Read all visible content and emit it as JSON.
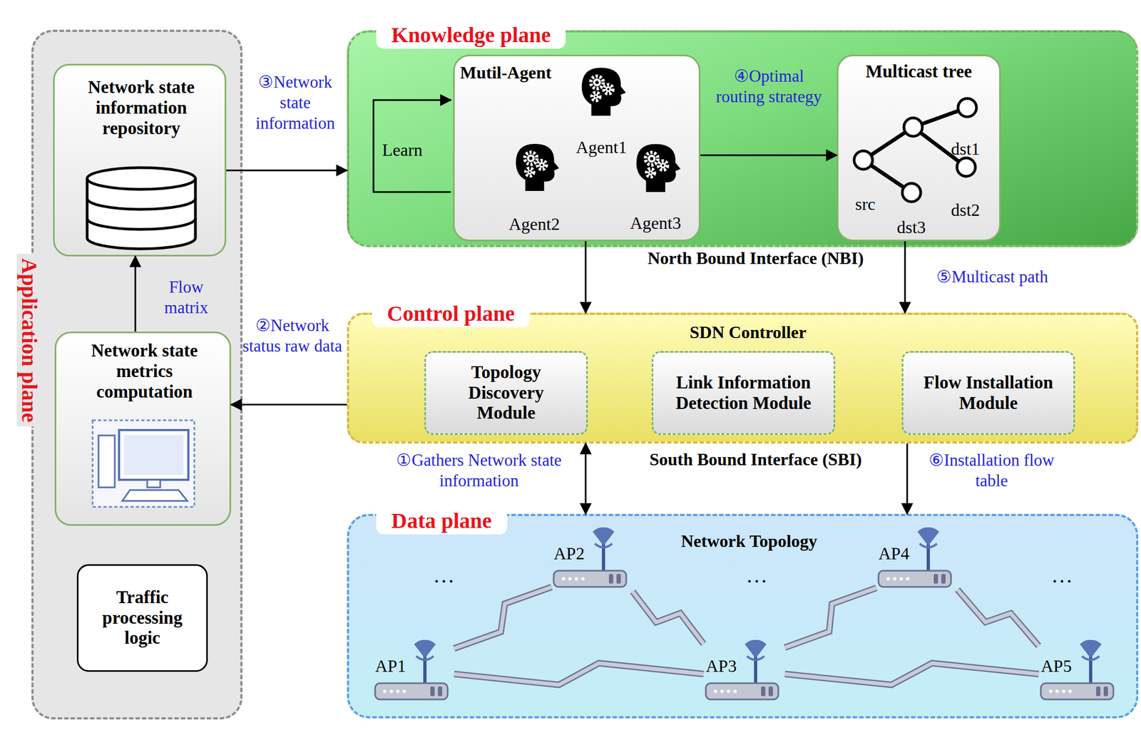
{
  "diagram": {
    "nodes": [
      {
        "text": [
          "Application plane"
        ]
      },
      {
        "text": [
          "Network state information repository"
        ],
        "in": 0
      },
      {
        "text": [
          "Network state metrics computation"
        ],
        "in": 0
      },
      {
        "text": [
          "Traffic processing logic"
        ],
        "in": 0
      },
      {
        "text": [
          "Knowledge plane"
        ]
      },
      {
        "text": [
          "Mutil-Agent",
          "Agent1",
          "Agent2",
          "Agent3"
        ],
        "in": 4
      },
      {
        "text": [
          "Multicast tree",
          "src",
          "dst1",
          "dst2",
          "dst3"
        ],
        "in": 4
      },
      {
        "text": [
          "Control plane",
          "SDN Controller"
        ]
      },
      {
        "text": [
          "Topology Discovery Module"
        ],
        "in": 7
      },
      {
        "text": [
          "Link Information Detection Module"
        ],
        "in": 7
      },
      {
        "text": [
          "Flow Installation Module"
        ],
        "in": 7
      },
      {
        "text": [
          "Data plane",
          "Network Topology"
        ]
      },
      {
        "text": [
          "AP1"
        ],
        "in": 11
      },
      {
        "text": [
          "AP2"
        ],
        "in": 11
      },
      {
        "text": [
          "AP3"
        ],
        "in": 11
      },
      {
        "text": [
          "AP4"
        ],
        "in": 11
      },
      {
        "text": [
          "AP5"
        ],
        "in": 11
      }
    ],
    "edges": [
      {
        "from": 2,
        "to": 1,
        "arrow": "to",
        "label": "Flow matrix"
      },
      {
        "from": 7,
        "to": 2,
        "arrow": "to",
        "label": "②Network status raw data"
      },
      {
        "from": 1,
        "to": 4,
        "arrow": "to",
        "label": "③Network state information"
      },
      {
        "from": 5,
        "to": 6,
        "arrow": "to",
        "label": "④Optimal routing strategy"
      },
      {
        "from": 5,
        "to": 7,
        "arrow": "to"
      },
      {
        "from": 6,
        "to": 7,
        "arrow": "to",
        "label": "⑤Multicast path"
      },
      {
        "from": 7,
        "to": 11,
        "arrow": "both",
        "label": "①Gathers Network state information"
      },
      {
        "from": 7,
        "to": 11,
        "arrow": "to",
        "label": "⑥Installation flow table"
      },
      {
        "from": 12,
        "to": 13,
        "arrow": "none"
      },
      {
        "from": 13,
        "to": 14,
        "arrow": "none"
      },
      {
        "from": 12,
        "to": 14,
        "arrow": "none"
      },
      {
        "from": 14,
        "to": 15,
        "arrow": "none"
      },
      {
        "from": 15,
        "to": 16,
        "arrow": "none"
      },
      {
        "from": 14,
        "to": 16,
        "arrow": "none"
      }
    ],
    "labels": [
      "Learn",
      "North Bound Interface (NBI)",
      "South Bound Interface (SBI)",
      "…",
      "…",
      "…"
    ]
  }
}
